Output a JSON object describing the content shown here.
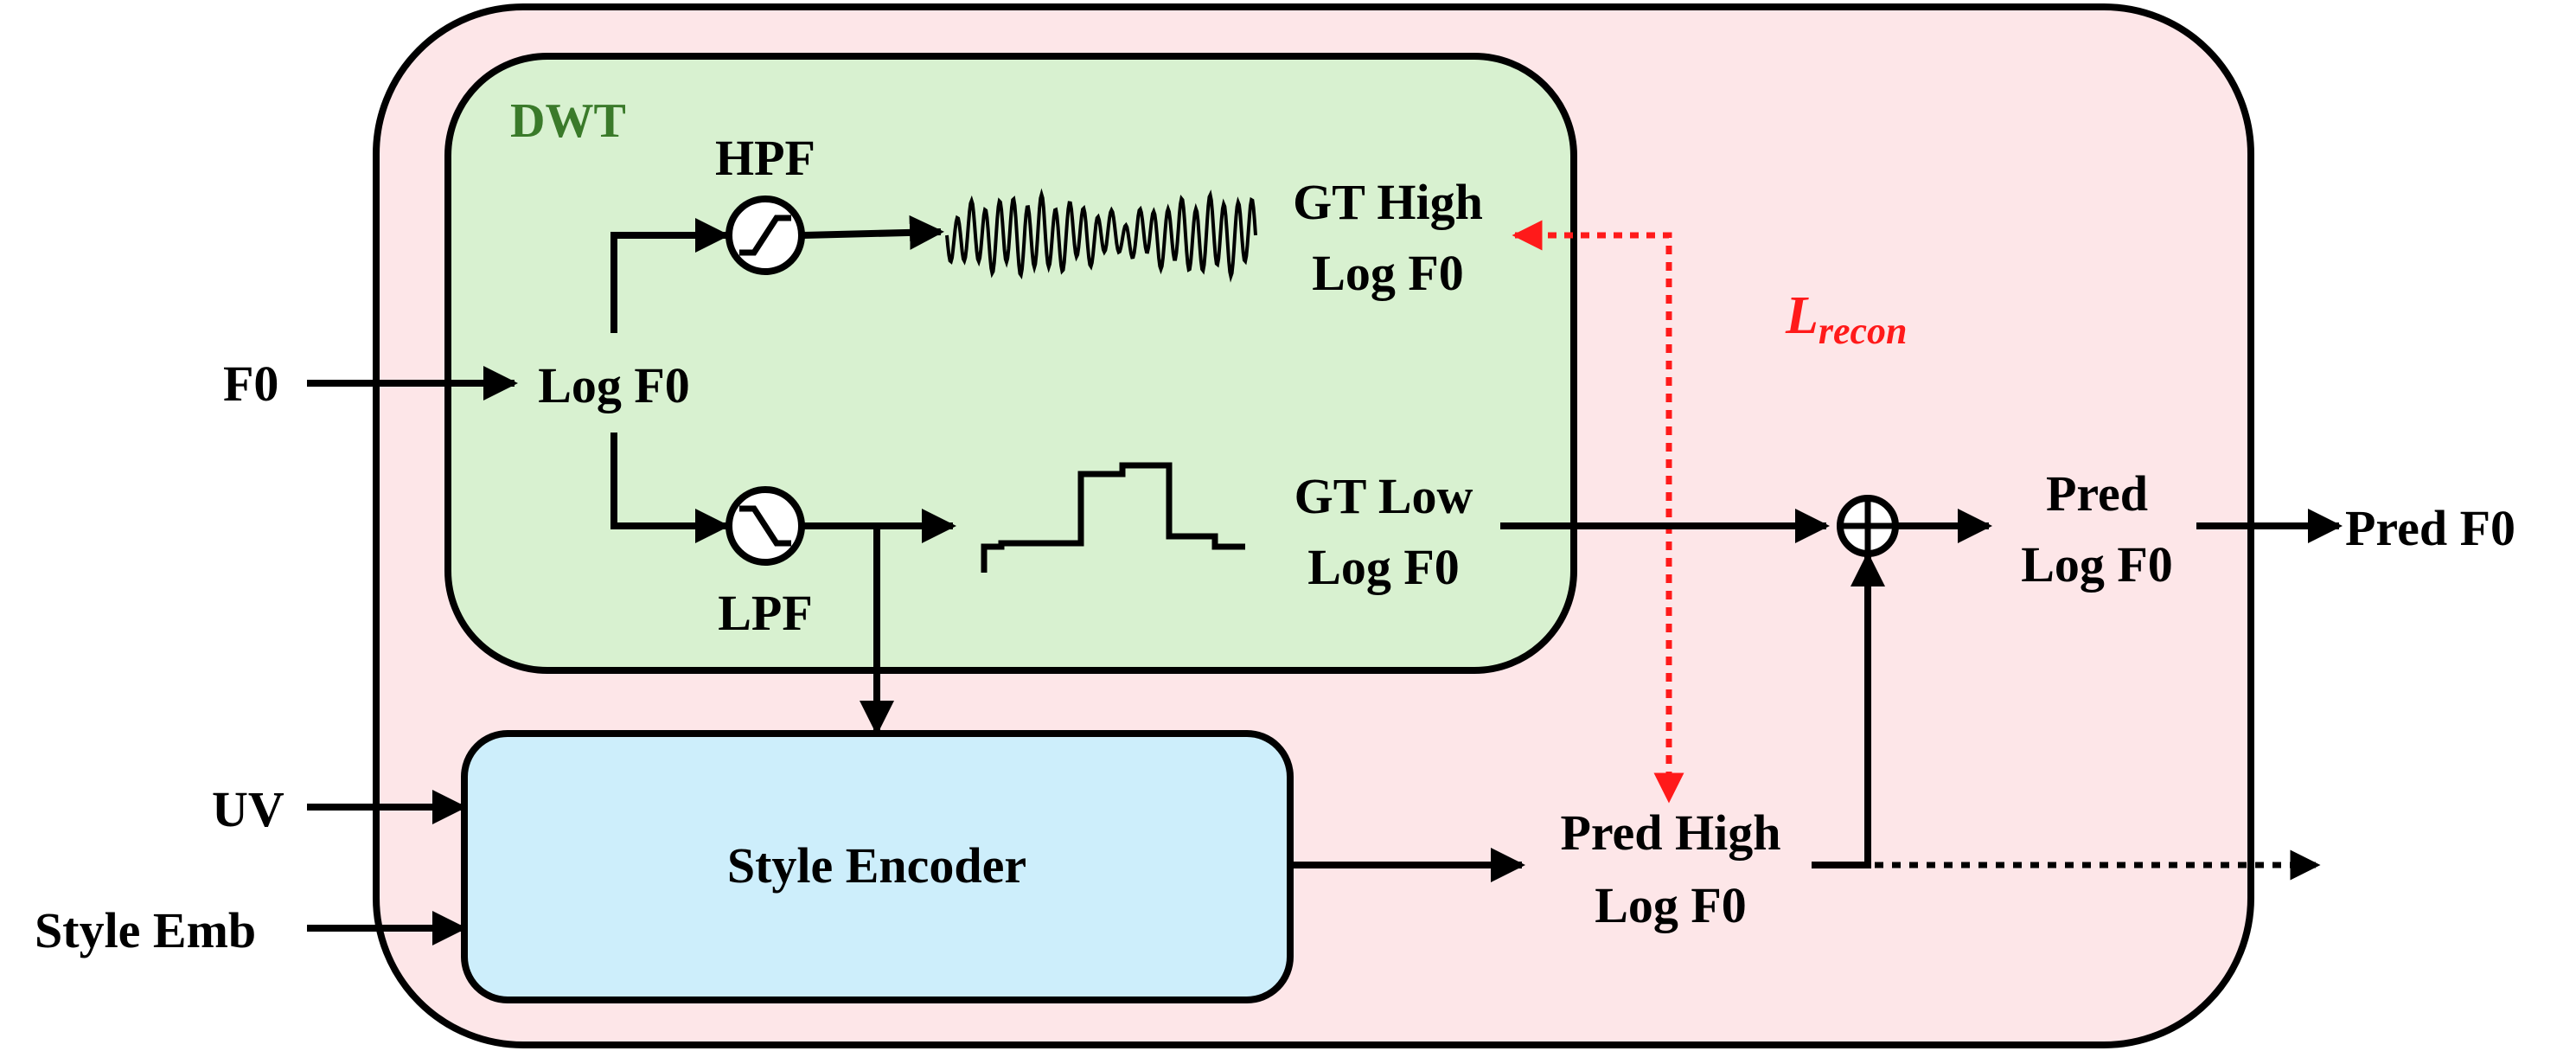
{
  "dwt_title": "DWT",
  "inputs": {
    "f0": "F0",
    "uv": "UV",
    "style_emb": "Style Emb"
  },
  "nodes": {
    "log_f0": "Log F0",
    "hpf": "HPF",
    "lpf": "LPF",
    "gt_high": [
      "GT High",
      "Log F0"
    ],
    "gt_low": [
      "GT Low",
      "Log F0"
    ],
    "style_encoder": "Style Encoder",
    "pred_high": [
      "Pred High",
      "Log F0"
    ],
    "pred_log_f0": [
      "Pred",
      "Log F0"
    ],
    "pred_f0": "Pred F0"
  },
  "loss": {
    "symbol": "L",
    "subscript": "recon"
  },
  "colors": {
    "outer_fill": "#fde6e8",
    "dwt_fill": "#d8f1d0",
    "encoder_fill": "#cdeefb",
    "dwt_title": "#3a7a2a",
    "loss": "#ff1a1a",
    "stroke": "#000000"
  },
  "icons": {
    "high_pass": "high-pass-filter-icon",
    "low_pass": "low-pass-filter-icon",
    "adder": "circled-plus-icon"
  }
}
